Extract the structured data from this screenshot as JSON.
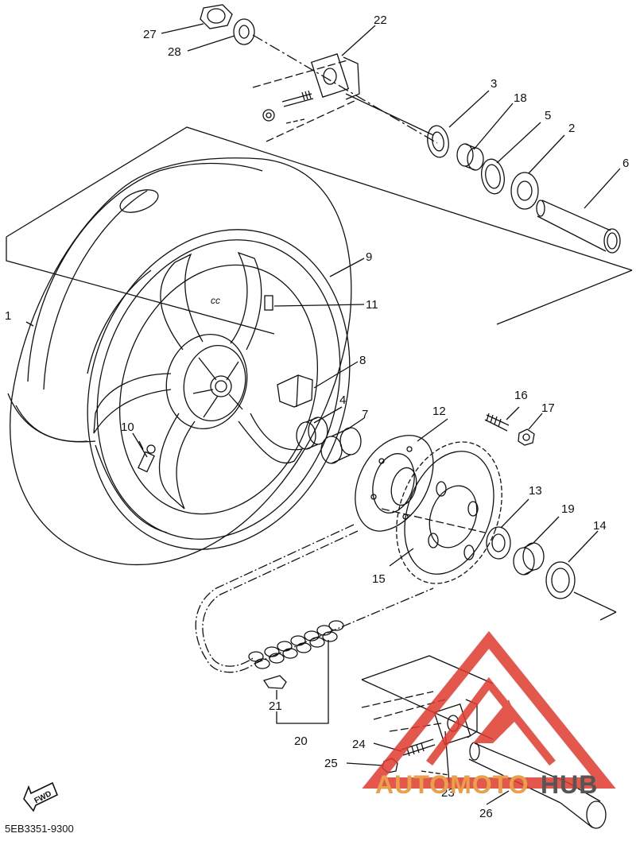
{
  "diagram": {
    "part_numbers": {
      "p1": "1",
      "p2": "2",
      "p3": "3",
      "p4": "4",
      "p5": "5",
      "p6": "6",
      "p7": "7",
      "p8": "8",
      "p9": "9",
      "p10": "10",
      "p11": "11",
      "p12": "12",
      "p13": "13",
      "p14": "14",
      "p15": "15",
      "p16": "16",
      "p17": "17",
      "p18": "18",
      "p19": "19",
      "p20": "20",
      "p21": "21",
      "p22": "22",
      "p23": "23",
      "p24": "24",
      "p25": "25",
      "p26": "26",
      "p27": "27",
      "p28": "28"
    },
    "fwd_label": "FWD",
    "drawing_code": "5EB3351-9300",
    "hub_marking": "cc"
  },
  "watermark": {
    "text_left": "AUTOMOTO",
    "text_right": "HUB",
    "color": "#e03a2f",
    "accent": "#e8a04a"
  }
}
